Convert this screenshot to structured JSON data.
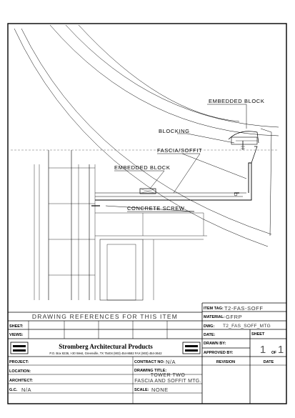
{
  "callouts": {
    "embedded_block_top": "EMBEDDED BLOCK",
    "blocking": "BLOCKING",
    "fascia_soffit": "FASCIA/SOFFIT",
    "embedded_block_mid": "EMBEDDED BLOCK",
    "concrete_screw": "CONCRETE SCREW"
  },
  "refs_heading": "DRAWING REFERENCES FOR THIS ITEM",
  "labels": {
    "sheet": "SHEET:",
    "views": "VIEWS:",
    "item_tag": "ITEM TAG:",
    "material": "MATERIAL:",
    "dwg": "DWG:",
    "date": "DATE:",
    "sheet_box": "SHEET",
    "drawn_by": "DRAWN BY:",
    "approved_by": "APPROVED BY:",
    "revision": "REVISION",
    "date_col": "DATE",
    "project": "PROJECT:",
    "contract_no": "CONTRACT NO:",
    "location": "LOCATION:",
    "drawing_title": "DRAWING TITLE:",
    "architect": "ARCHITECT:",
    "gc": "G.C.",
    "scale": "SCALE:",
    "of": "OF"
  },
  "values": {
    "item_tag": "T2-FAS-SOFF",
    "material": "GFRP",
    "dwg": "T2_FAS_SOFF_MTG",
    "sheet_num": "1",
    "sheet_total": "1",
    "contract_no": "N/A",
    "drawing_title_1": "TOWER TWO",
    "drawing_title_2": "FASCIA AND SOFFIT MTG.",
    "gc": "N/A",
    "scale": "NONE"
  },
  "company": {
    "name": "Stromberg Architectural Products",
    "address": "P.O. Box 8236, I-30 West, Greenville, TX 75404  (903) 454-8682  FAX (903) 454-3642"
  }
}
